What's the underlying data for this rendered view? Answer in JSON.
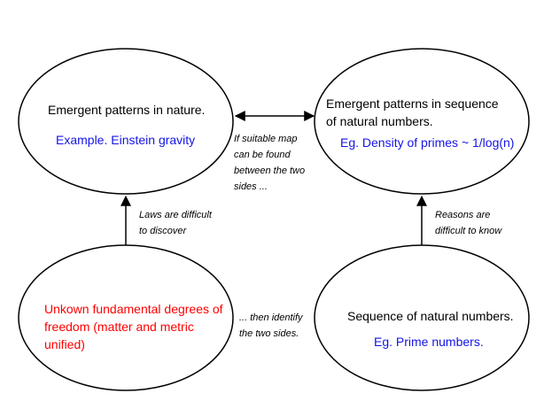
{
  "nodes": {
    "nature": {
      "title": "Emergent patterns in nature.",
      "example": "Example. Einstein gravity"
    },
    "numbers_patterns": {
      "title_line1": "Emergent patterns in sequence",
      "title_line2": "of natural numbers.",
      "example": "Eg. Density of primes ~ 1/log(n)"
    },
    "fundamental": {
      "line1": "Unkown fundamental degrees of",
      "line2": "freedom (matter and metric",
      "line3": "unified)"
    },
    "sequence": {
      "title": "Sequence of natural numbers.",
      "example": "Eg. Prime numbers."
    }
  },
  "notes": {
    "map": {
      "line1": "If suitable map",
      "line2": "can be found",
      "line3": "between the two",
      "line4": "sides ..."
    },
    "laws": {
      "line1": "Laws are difficult",
      "line2": "to discover"
    },
    "reasons": {
      "line1": "Reasons are",
      "line2": "difficult to know"
    },
    "identify": {
      "line1": "... then identify",
      "line2": "the two sides."
    }
  },
  "colors": {
    "black": "#000000",
    "blue": "#1414e6",
    "red": "#ff0000"
  }
}
